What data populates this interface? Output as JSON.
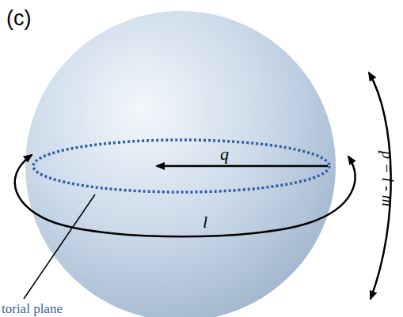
{
  "diagram": {
    "labels": [
      "(c)",
      "q",
      "l",
      "p = l - m",
      "torial plane"
    ]
  }
}
